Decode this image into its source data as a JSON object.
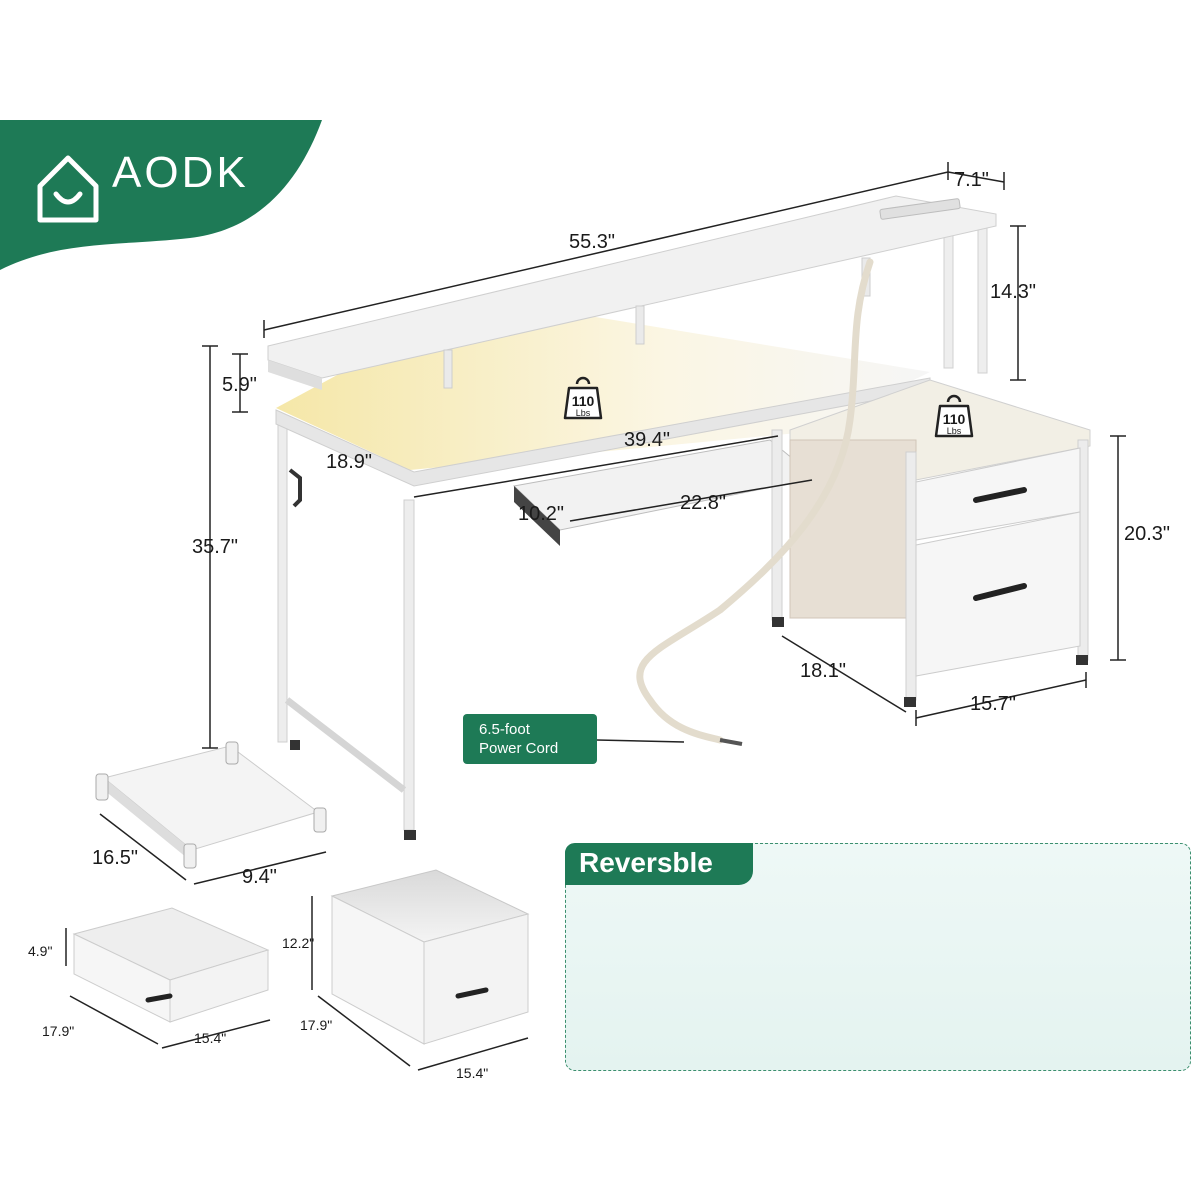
{
  "brand": {
    "name": "AODK",
    "color": "#1e7a56"
  },
  "dimensions": {
    "total_width": "55.3\"",
    "hutch_depth": "7.1\"",
    "hutch_height": "14.3\"",
    "riser_height": "5.9\"",
    "desk_height": "35.7\"",
    "desk_depth": "18.9\"",
    "desk_width": "39.4\"",
    "tray_depth": "10.2\"",
    "tray_width": "22.8\"",
    "cabinet_height": "20.3\"",
    "cabinet_depth": "18.1\"",
    "cabinet_width": "15.7\"",
    "shelf_depth": "16.5\"",
    "shelf_width": "9.4\"",
    "small_drawer_height": "4.9\"",
    "small_drawer_depth": "17.9\"",
    "small_drawer_width": "15.4\"",
    "large_drawer_height": "12.2\"",
    "large_drawer_depth": "17.9\"",
    "large_drawer_width": "15.4\""
  },
  "load_badges": [
    {
      "value": "110",
      "unit": "Lbs"
    },
    {
      "value": "110",
      "unit": "Lbs"
    }
  ],
  "power_cord": {
    "line1": "6.5-foot",
    "line2": "Power Cord"
  },
  "reversible": {
    "label": "Reversble"
  }
}
